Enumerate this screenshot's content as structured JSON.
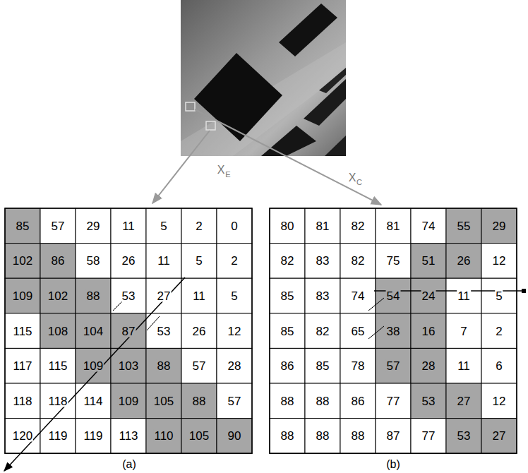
{
  "diagram": {
    "labels": [
      "X",
      "E",
      "X",
      "C",
      "85",
      "57",
      "29",
      "11",
      "5",
      "2",
      "0",
      "102",
      "86",
      "58",
      "26",
      "11",
      "5",
      "2",
      "109",
      "102",
      "88",
      "53",
      "27",
      "11",
      "5",
      "115",
      "108",
      "104",
      "87",
      "53",
      "26",
      "12",
      "117",
      "115",
      "109",
      "103",
      "88",
      "57",
      "28",
      "118",
      "118",
      "114",
      "109",
      "105",
      "88",
      "57",
      "120",
      "119",
      "119",
      "113",
      "110",
      "105",
      "90",
      "80",
      "81",
      "82",
      "81",
      "74",
      "55",
      "29",
      "82",
      "83",
      "82",
      "75",
      "51",
      "26",
      "12",
      "85",
      "83",
      "74",
      "54",
      "24",
      "11",
      "5",
      "85",
      "82",
      "65",
      "38",
      "16",
      "7",
      "2",
      "86",
      "85",
      "78",
      "57",
      "28",
      "11",
      "6",
      "88",
      "88",
      "86",
      "77",
      "53",
      "27",
      "12",
      "88",
      "88",
      "88",
      "87",
      "77",
      "53",
      "27",
      "(a)",
      "(b)"
    ]
  }
}
